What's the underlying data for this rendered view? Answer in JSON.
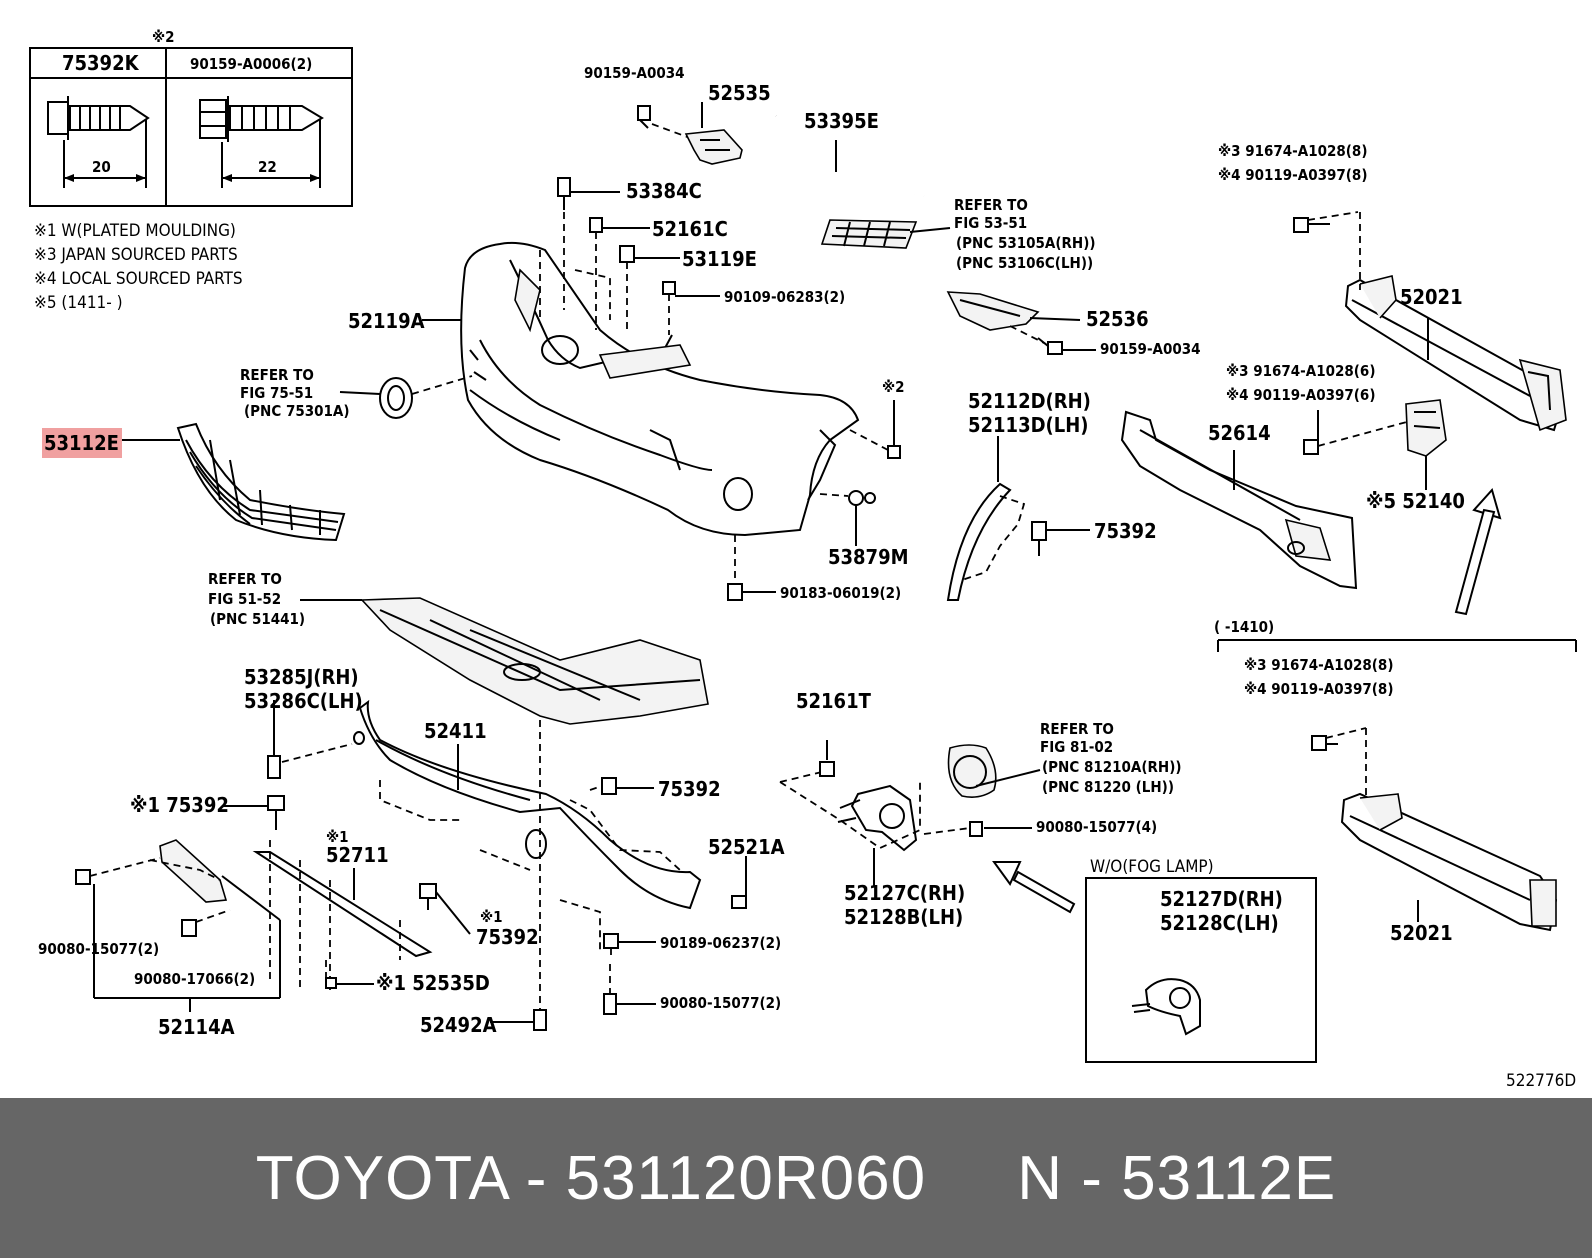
{
  "footer": {
    "text": "TOYOTA - 531120R060     N - 53112E"
  },
  "highlight": {
    "color": "#f0a0a0",
    "part": "53112E"
  },
  "table": {
    "mark": "※2",
    "col1": {
      "part": "75392K",
      "dim": "20"
    },
    "col2": {
      "part": "90159-A0006(2)",
      "dim": "22"
    }
  },
  "notes": [
    "※1  W(PLATED MOULDING)",
    "※3  JAPAN SOURCED PARTS",
    "※4  LOCAL SOURCED PARTS",
    "※5 (1411-        )"
  ],
  "labels": {
    "l_90159_a0034_top": "90159-A0034",
    "l_52535": "52535",
    "l_53395e": "53395E",
    "l_53384c": "53384C",
    "l_52161c": "52161C",
    "l_53119e": "53119E",
    "l_90109": "90109-06283(2)",
    "l_52119a": "52119A",
    "l_refer_75_1": "REFER TO",
    "l_refer_75_2": "FIG 75-51",
    "l_refer_75_3": "(PNC 75301A)",
    "l_53112e": "53112E",
    "l_refer_53_1": "REFER TO",
    "l_refer_53_2": "FIG 53-51",
    "l_refer_53_3": "(PNC 53105A(RH))",
    "l_refer_53_4": "(PNC 53106C(LH))",
    "l_52536": "52536",
    "l_90159_a0034_b": "90159-A0034",
    "l_x2": "※2",
    "l_52112d": "52112D(RH)",
    "l_52113d": "52113D(LH)",
    "l_53879m": "53879M",
    "l_75392_r": "75392",
    "l_90183": "90183-06019(2)",
    "l_x3a": "※3 91674-A1028(8)",
    "l_x4a": "※4 90119-A0397(8)",
    "l_52021_top": "52021",
    "l_x3b": "※3 91674-A1028(6)",
    "l_x4b": "※4 90119-A0397(6)",
    "l_52614": "52614",
    "l_52140": "※5 52140",
    "l_refer_51_1": "REFER TO",
    "l_refer_51_2": "FIG 51-52",
    "l_refer_51_3": "(PNC 51441)",
    "l_range": "(        -1410)",
    "l_x3c": "※3 91674-A1028(8)",
    "l_x4c": "※4 90119-A0397(8)",
    "l_53285j": "53285J(RH)",
    "l_53286c": "53286C(LH)",
    "l_52411": "52411",
    "l_52161t": "52161T",
    "l_refer_81_1": "REFER TO",
    "l_refer_81_2": "FIG 81-02",
    "l_refer_81_3": "(PNC 81210A(RH))",
    "l_refer_81_4": "(PNC 81220 (LH))",
    "l_x1_75392": "※1 75392",
    "l_75392_m": "75392",
    "l_x1_52711a": "※1",
    "l_52711": "52711",
    "l_52521a": "52521A",
    "l_90080_15077_4": "90080-15077(4)",
    "l_52127c": "52127C(RH)",
    "l_52128b": "52128B(LH)",
    "l_wo_fog": "W/O(FOG LAMP)",
    "l_52127d": "52127D(RH)",
    "l_52128c": "52128C(LH)",
    "l_52021_bot": "52021",
    "l_90080_15077_2a": "90080-15077(2)",
    "l_x1_75392b_a": "※1",
    "l_75392_b": "75392",
    "l_90189": "90189-06237(2)",
    "l_90080_17066": "90080-17066(2)",
    "l_52535d": "※1 52535D",
    "l_90080_15077_2b": "90080-15077(2)",
    "l_52114a": "52114A",
    "l_52492a": "52492A",
    "l_code": "522776D"
  }
}
